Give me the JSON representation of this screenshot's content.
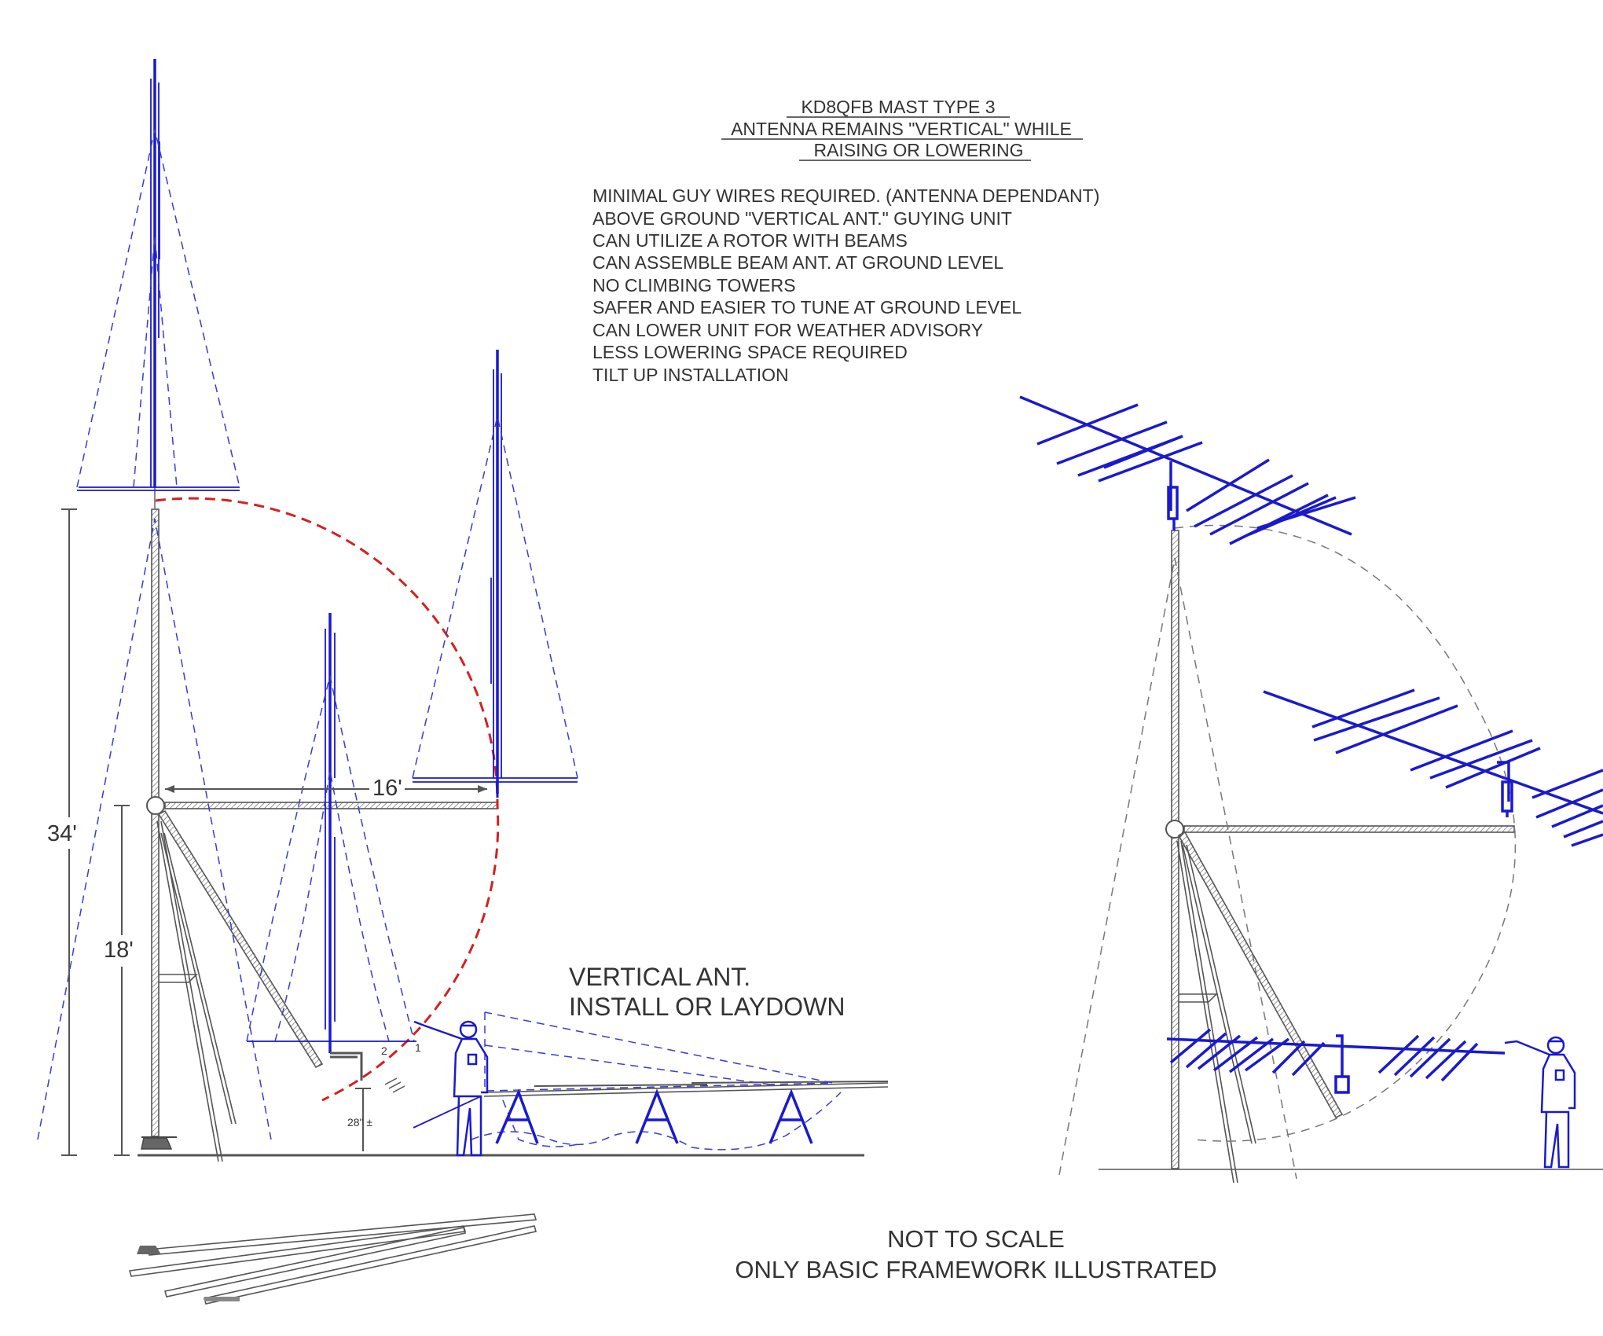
{
  "title": {
    "line1": "KD8QFB  MAST  TYPE  3",
    "line2": "ANTENNA REMAINS \"VERTICAL\" WHILE",
    "line3": "RAISING OR LOWERING"
  },
  "features": [
    "MINIMAL GUY WIRES REQUIRED.  (ANTENNA DEPENDANT)",
    "ABOVE GROUND \"VERTICAL ANT.\" GUYING UNIT",
    "CAN UTILIZE A ROTOR WITH BEAMS",
    "CAN ASSEMBLE BEAM ANT. AT GROUND LEVEL",
    "NO CLIMBING TOWERS",
    "SAFER AND EASIER TO TUNE AT GROUND LEVEL",
    "CAN LOWER UNIT FOR WEATHER ADVISORY",
    "LESS LOWERING SPACE REQUIRED",
    "TILT UP INSTALLATION"
  ],
  "dimensions": {
    "total_height": "34'",
    "pivot_height": "18'",
    "boom_length": "16'",
    "clearance": "28\" ±"
  },
  "labels": {
    "install_line1": "VERTICAL ANT.",
    "install_line2": "INSTALL OR LAYDOWN"
  },
  "notes": {
    "line1": "NOT TO SCALE",
    "line2": "ONLY BASIC FRAMEWORK ILLUSTRATED"
  },
  "colors": {
    "antenna": "#1a1acd",
    "arc": "#d42020",
    "frame": "#555555"
  }
}
